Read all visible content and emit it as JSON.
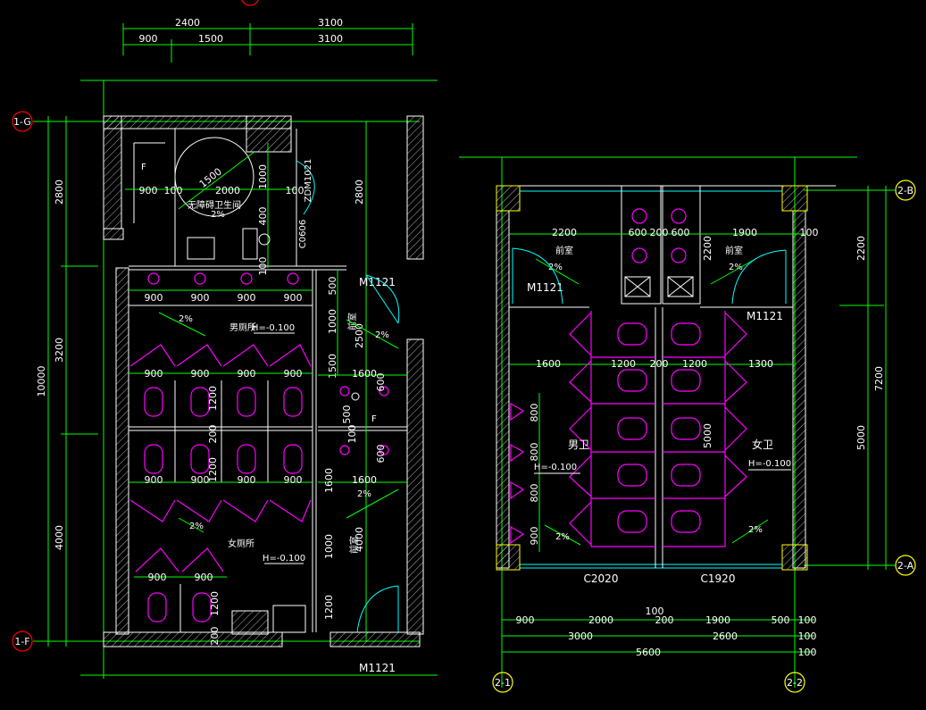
{
  "left_plan": {
    "top_dims_row1": [
      "2400",
      "3100"
    ],
    "top_dims_row2": [
      "900",
      "1500",
      "3100"
    ],
    "left_dims": [
      "2800",
      "3200",
      "4000"
    ],
    "left_total": "10000",
    "inner_right_dims": [
      "2800",
      "2500",
      "4000"
    ],
    "axis_top": "1-G",
    "axis_bottom": "1-F",
    "accessible_room": {
      "label": "无障碍卫生间",
      "slope": "2%",
      "dims_h": [
        "900",
        "100",
        "2000",
        "100"
      ],
      "diag": "1500",
      "dims_v": [
        "1000",
        "400",
        "100"
      ],
      "door": "ZDM1021",
      "window": "C0606",
      "f_mark": "F"
    },
    "men_room": {
      "label": "男厕所",
      "elev": "H=-0.100",
      "slope": "2%",
      "urinal_dims": [
        "900",
        "900",
        "900",
        "900"
      ],
      "stall_dims_top": [
        "900",
        "900",
        "900",
        "900"
      ],
      "stall_dims_bottom": [
        "900",
        "900",
        "900",
        "900"
      ],
      "v_dims": [
        "1200",
        "200",
        "1200"
      ]
    },
    "women_room": {
      "label": "女厕所",
      "elev": "H=-0.100",
      "slope": "2%",
      "stall_dims": [
        "900",
        "900"
      ],
      "v_dims": [
        "1200",
        "200"
      ]
    },
    "front_room_top": {
      "label": "前室",
      "slope": "2%",
      "door": "M1121",
      "dims_v": [
        "500",
        "1000",
        "1500"
      ]
    },
    "sink_area": {
      "dims_h_top": "1600",
      "dims_h_bottom": "1600",
      "dims_v": [
        "600",
        "500",
        "100",
        "600"
      ],
      "f_mark": "F",
      "v_1600": "1600"
    },
    "front_room_bottom": {
      "label": "前室",
      "slope": "2%",
      "dims_v": [
        "1000",
        "1200"
      ]
    },
    "bottom_door": "M1121"
  },
  "right_plan": {
    "axis_top": "2-B",
    "axis_bottom": "2-A",
    "axis_left": "2-1",
    "axis_right": "2-2",
    "top_dims": [
      "2200",
      "600",
      "200",
      "600",
      "1900",
      "100"
    ],
    "v_dim_2200": "2200",
    "mid_dims": [
      "1600",
      "1200",
      "200",
      "1200",
      "1300"
    ],
    "right_dims": [
      "2200",
      "5000"
    ],
    "right_total": "7200",
    "left_front": {
      "label": "前室",
      "slope": "2%",
      "door": "M1121"
    },
    "right_front": {
      "label": "前室",
      "slope": "2%",
      "door": "M1121"
    },
    "men": {
      "label": "男卫",
      "elev": "H=-0.100",
      "slope": "2%",
      "v_dims": [
        "800",
        "800",
        "800",
        "900"
      ]
    },
    "women": {
      "label": "女卫",
      "elev": "H=-0.100",
      "slope": "2%",
      "v_dim": "5000"
    },
    "windows": [
      "C2020",
      "C1920"
    ],
    "bottom_dims_row1": [
      "900",
      "2000",
      "200",
      "1900",
      "500",
      "100"
    ],
    "bottom_dim_100_top": "100",
    "bottom_dims_row2": [
      "3000",
      "2600",
      "100"
    ],
    "bottom_dims_row3": [
      "5600",
      "100"
    ]
  }
}
